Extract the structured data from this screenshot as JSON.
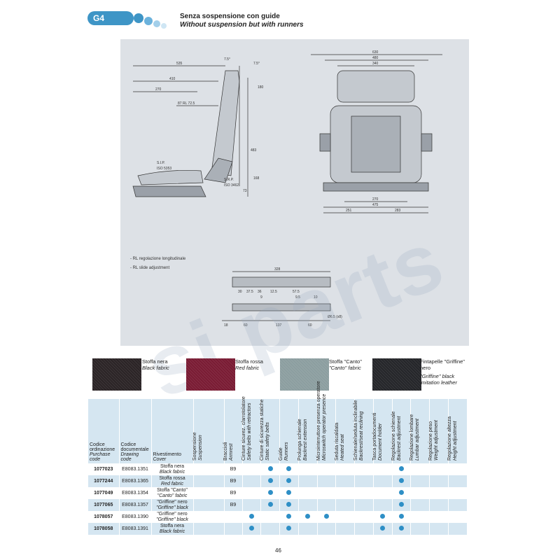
{
  "header": {
    "badge": "G4",
    "title_it": "Senza sospensione con guide",
    "title_en": "Without suspension but with runners"
  },
  "drawing": {
    "side_dims": [
      "7.5°",
      "7.5°",
      "535",
      "410",
      "270",
      "87 RL 72.5",
      "180",
      "483",
      "S.I.P.",
      "ISO 5353",
      "S.R.P.",
      "ISO 3462",
      "168",
      "73"
    ],
    "front_dims": [
      "630",
      "480",
      "340",
      "270",
      "475",
      "251",
      "283"
    ],
    "notes": [
      "- RL regolazione longitudinale",
      "- RL slide adjustment"
    ],
    "runner_dims": [
      "328",
      "30",
      "37.5",
      "36",
      "12.5",
      "9",
      "57.5",
      "9.5",
      "10",
      "18",
      "60",
      "137",
      "60",
      "Ø6.5 (x8)"
    ]
  },
  "fabrics": [
    {
      "it": "Stoffa nera",
      "en": "Black fabric",
      "color": "#2b2426"
    },
    {
      "it": "Stoffa rossa",
      "en": "Red fabric",
      "color": "#7a1c34"
    },
    {
      "it": "Stoffa \"Canto\"",
      "en": "\"Canto\" fabric",
      "color": "#8c9ea0"
    },
    {
      "it": "Fintapelle \"Griffine\" nero",
      "en": "\"Griffine\" black imitation leather",
      "color": "#25262a"
    }
  ],
  "table": {
    "headers": [
      {
        "it": "Codice ordinazione",
        "en": "Purchase code"
      },
      {
        "it": "Codice documentale",
        "en": "Drawing code"
      },
      {
        "it": "Rivestimento",
        "en": "Cover"
      },
      {
        "it": "Sospensione",
        "en": "Suspension"
      },
      {
        "it": "Braccioli",
        "en": "Armrest"
      },
      {
        "it": "Cinture sicurez. c/arrotolatore",
        "en": "Safety belts with retractors"
      },
      {
        "it": "Cinture di sicurezza statiche",
        "en": "Static safety belts"
      },
      {
        "it": "Guide",
        "en": "Runners"
      },
      {
        "it": "Prolunga schienale",
        "en": "Backrest extension"
      },
      {
        "it": "Microinterruttore presenza operatore",
        "en": "Microswitch operator presence"
      },
      {
        "it": "Seduta riscaldata",
        "en": "Heated seat"
      },
      {
        "it": "Schienale/seduta inclinabile",
        "en": "Backrest/seat reclining"
      },
      {
        "it": "Tasca portadocumenti",
        "en": "Document holder"
      },
      {
        "it": "Regolazione schienale",
        "en": "Backrest adjustment"
      },
      {
        "it": "Regolazione lombare",
        "en": "Lumbar adjustment"
      },
      {
        "it": "Regolazione peso",
        "en": "Weight adjustment"
      },
      {
        "it": "Regolazione altezza",
        "en": "Height adjustment"
      }
    ],
    "rows": [
      {
        "code": "1077023",
        "drawing": "E8083.1351",
        "cover_it": "Stoffa nera",
        "cover_en": "Black fabric",
        "armrest": "B9",
        "flags": [
          0,
          0,
          0,
          1,
          1,
          0,
          0,
          0,
          0,
          0,
          1,
          0,
          0,
          0
        ]
      },
      {
        "code": "1077244",
        "drawing": "E8083.1365",
        "cover_it": "Stoffa rossa",
        "cover_en": "Red fabric",
        "armrest": "B9",
        "flags": [
          0,
          0,
          0,
          1,
          1,
          0,
          0,
          0,
          0,
          0,
          1,
          0,
          0,
          0
        ]
      },
      {
        "code": "1077049",
        "drawing": "E8083.1354",
        "cover_it": "Stoffa \"Canto\"",
        "cover_en": "\"Canto\" fabric",
        "armrest": "B9",
        "flags": [
          0,
          0,
          0,
          1,
          1,
          0,
          0,
          0,
          0,
          0,
          1,
          0,
          0,
          0
        ]
      },
      {
        "code": "1077065",
        "drawing": "E8083.1357",
        "cover_it": "\"Griffine\" nero",
        "cover_en": "\"Griffine\" black",
        "armrest": "B9",
        "flags": [
          0,
          0,
          0,
          1,
          1,
          0,
          0,
          0,
          0,
          0,
          1,
          0,
          0,
          0
        ]
      },
      {
        "code": "1078057",
        "drawing": "E8083.1390",
        "cover_it": "\"Griffine\" nero",
        "cover_en": "\"Griffine\" black",
        "armrest": "",
        "flags": [
          0,
          0,
          1,
          0,
          1,
          1,
          1,
          0,
          0,
          1,
          1,
          0,
          0,
          0
        ]
      },
      {
        "code": "1078058",
        "drawing": "E8083.1391",
        "cover_it": "Stoffa nera",
        "cover_en": "Black fabric",
        "armrest": "",
        "flags": [
          0,
          0,
          1,
          0,
          1,
          0,
          0,
          0,
          0,
          1,
          1,
          0,
          0,
          0
        ]
      }
    ]
  },
  "watermark": "si parts",
  "page_number": "46"
}
